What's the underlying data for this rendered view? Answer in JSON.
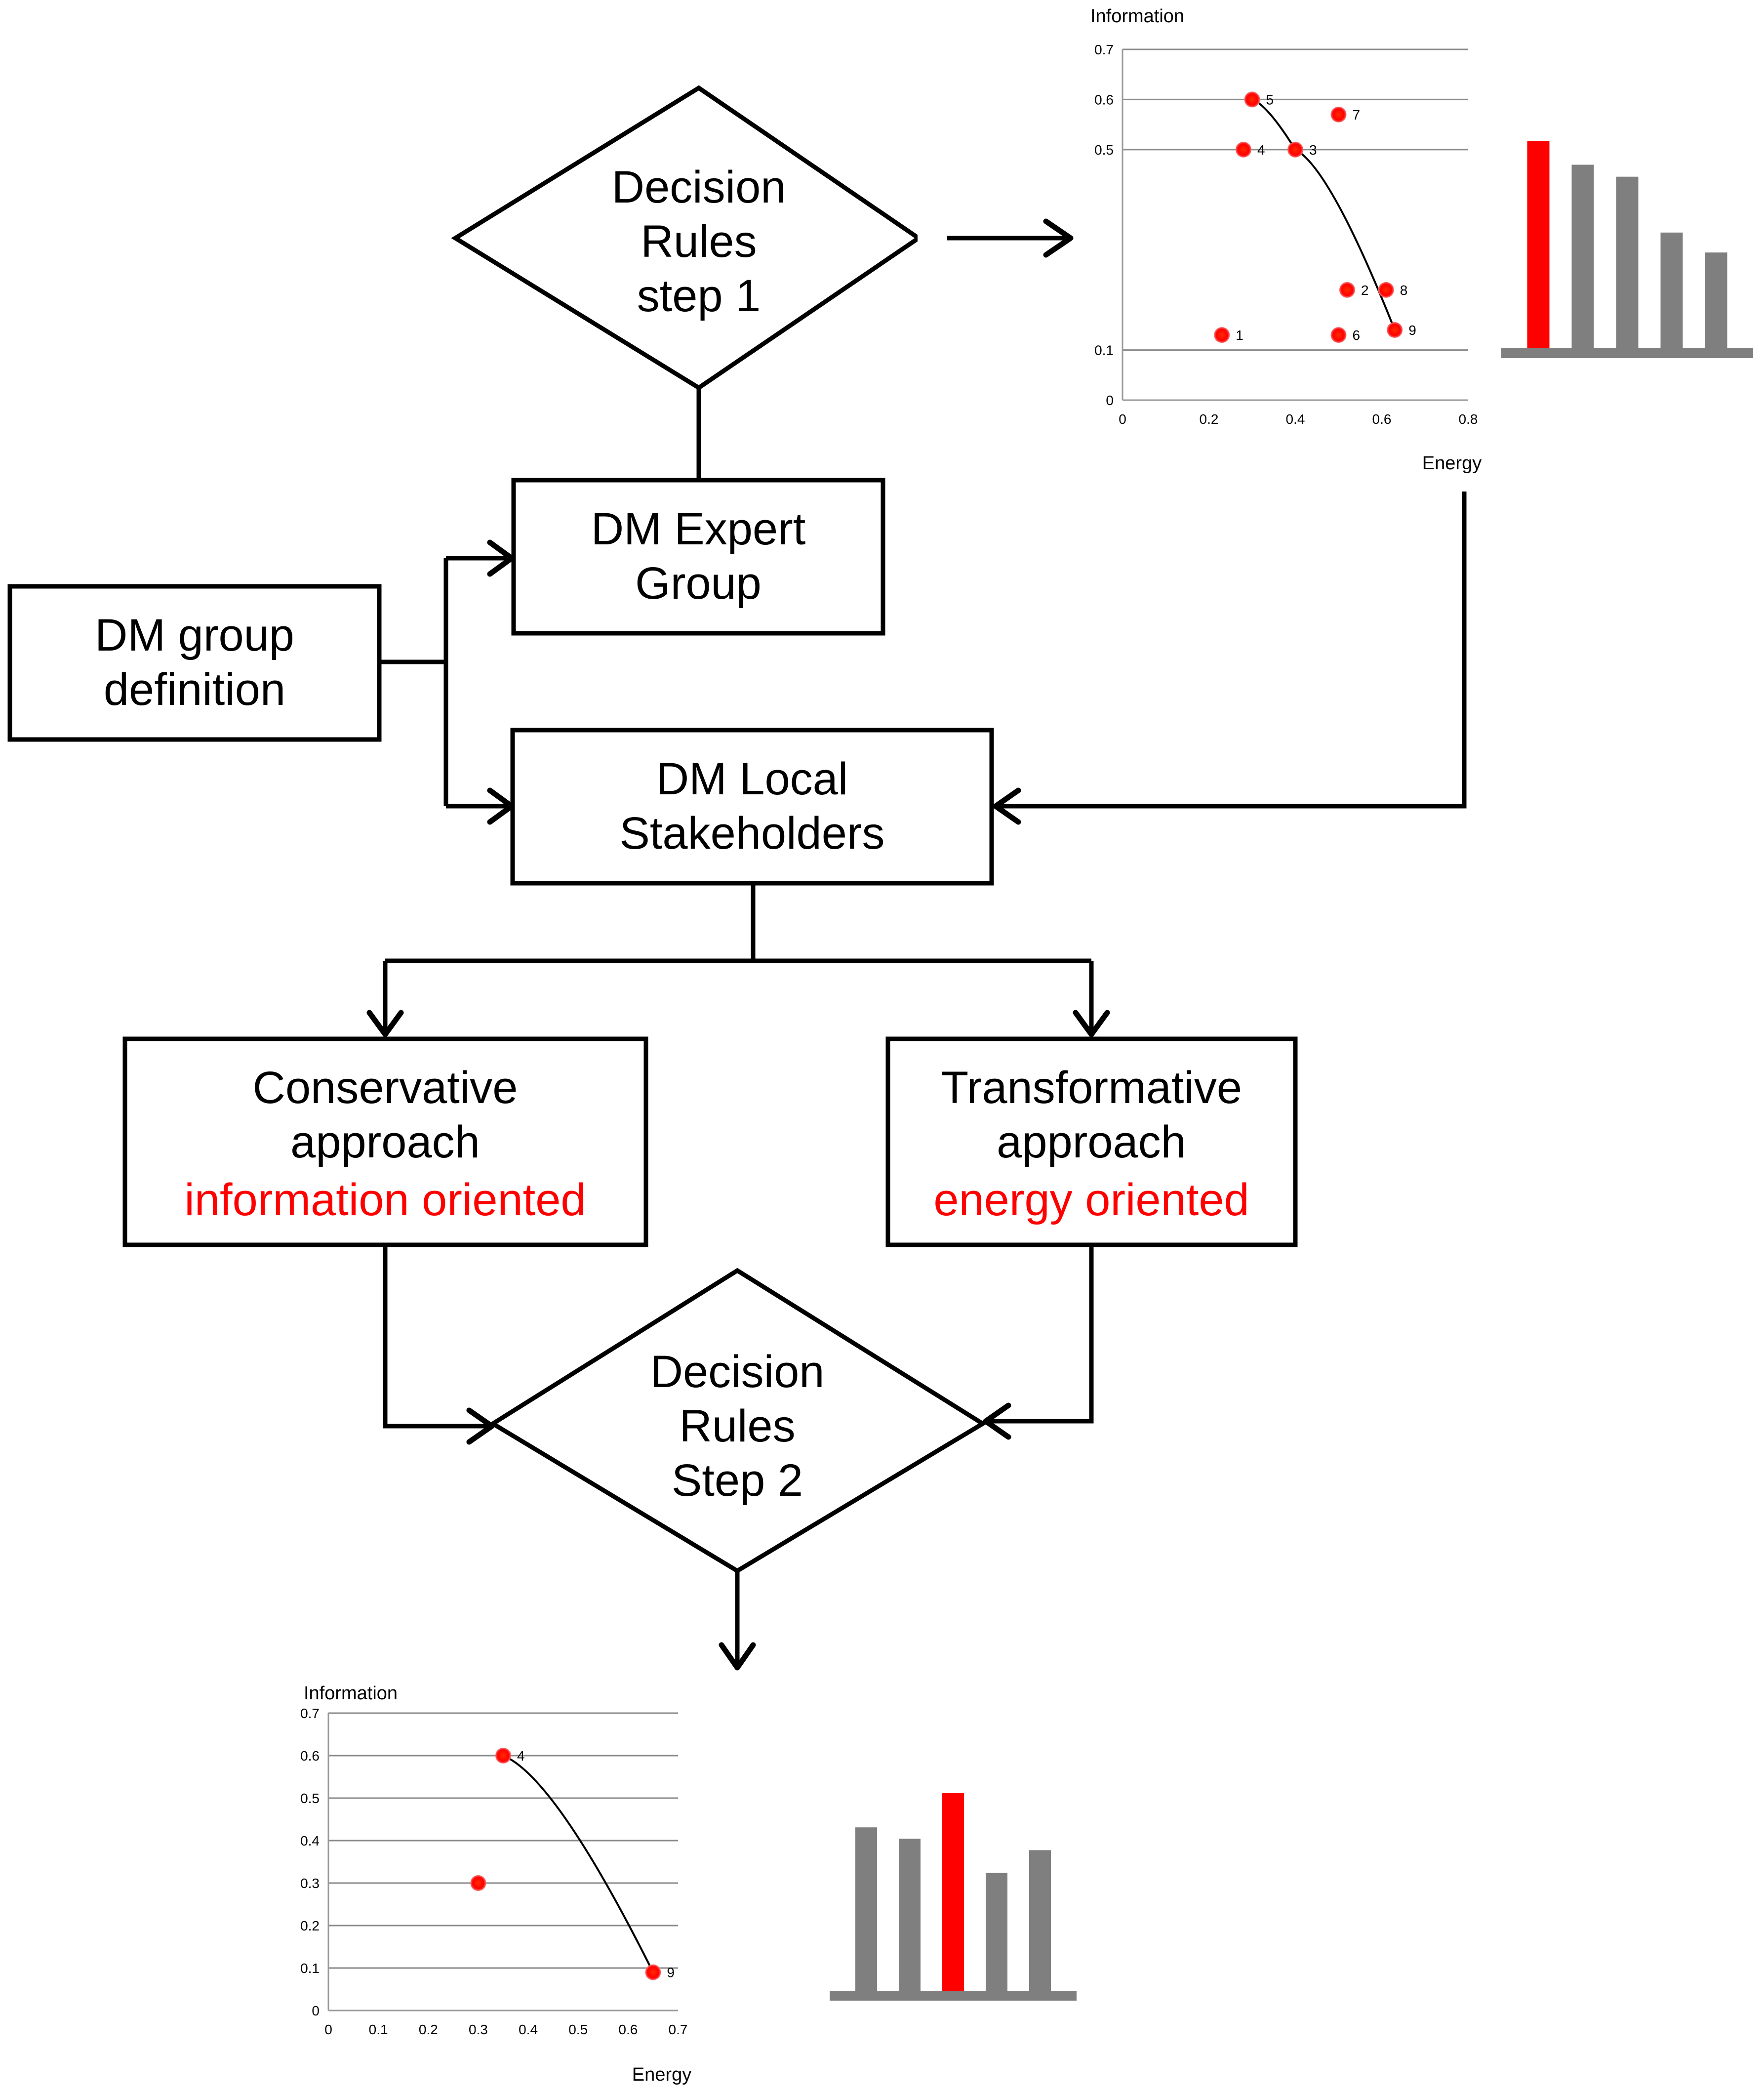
{
  "nodes": {
    "decision1": [
      "Decision",
      "Rules",
      "step 1"
    ],
    "expert": [
      "DM Expert",
      "Group"
    ],
    "group_def": [
      "DM group",
      "definition"
    ],
    "local": [
      "DM Local",
      "Stakeholders"
    ],
    "conservative": [
      "Conservative",
      "approach"
    ],
    "conservative_sub": "information oriented",
    "transformative": [
      "Transformative",
      "approach"
    ],
    "transformative_sub": "energy oriented",
    "decision2": [
      "Decision",
      "Rules",
      "Step 2"
    ]
  },
  "colors": {
    "accent": "#ff0000",
    "bar_gray": "#7f7f7f",
    "line": "#000000"
  },
  "chart_data": [
    {
      "type": "scatter",
      "ylabel": "Information",
      "xlabel": "Energy",
      "xlim": [
        0,
        0.8
      ],
      "ylim": [
        0,
        0.7
      ],
      "x_ticks": [
        "0",
        "0.2",
        "0.4",
        "0.6",
        "0.8"
      ],
      "y_ticks": [
        "0",
        "0.1",
        "0.5",
        "0.6",
        "0.7"
      ],
      "points": [
        {
          "label": "1",
          "x": 0.23,
          "y": 0.13
        },
        {
          "label": "2",
          "x": 0.52,
          "y": 0.22
        },
        {
          "label": "3",
          "x": 0.4,
          "y": 0.5
        },
        {
          "label": "4",
          "x": 0.28,
          "y": 0.5
        },
        {
          "label": "5",
          "x": 0.3,
          "y": 0.6
        },
        {
          "label": "6",
          "x": 0.5,
          "y": 0.13
        },
        {
          "label": "7",
          "x": 0.5,
          "y": 0.57
        },
        {
          "label": "8",
          "x": 0.61,
          "y": 0.22
        },
        {
          "label": "9",
          "x": 0.63,
          "y": 0.14
        }
      ]
    },
    {
      "type": "bar",
      "categories": [
        "",
        "",
        "",
        "",
        ""
      ],
      "values": [
        0.52,
        0.46,
        0.43,
        0.29,
        0.24
      ],
      "highlight_index": 0
    },
    {
      "type": "scatter",
      "ylabel": "Information",
      "xlabel": "Energy",
      "xlim": [
        0,
        0.7
      ],
      "ylim": [
        0,
        0.7
      ],
      "x_ticks": [
        "0",
        "0.1",
        "0.2",
        "0.3",
        "0.4",
        "0.5",
        "0.6",
        "0.7"
      ],
      "y_ticks": [
        "0",
        "0.1",
        "0.2",
        "0.3",
        "0.4",
        "0.5",
        "0.6",
        "0.7"
      ],
      "points": [
        {
          "label": "4",
          "x": 0.35,
          "y": 0.6
        },
        {
          "label": "",
          "x": 0.3,
          "y": 0.3
        },
        {
          "label": "9",
          "x": 0.65,
          "y": 0.09
        }
      ]
    },
    {
      "type": "bar",
      "categories": [
        "",
        "",
        "",
        "",
        ""
      ],
      "values": [
        0.43,
        0.4,
        0.52,
        0.31,
        0.37
      ],
      "highlight_index": 2
    }
  ]
}
